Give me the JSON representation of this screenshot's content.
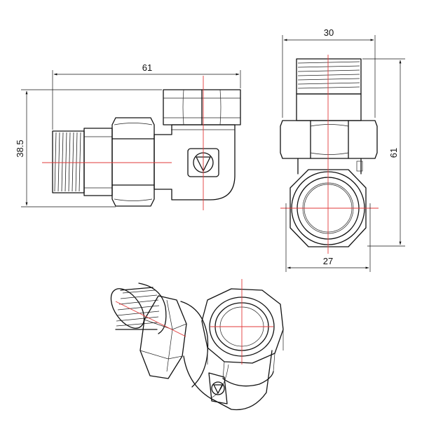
{
  "drawing": {
    "title": "",
    "colors": {
      "line": "#111111",
      "centerline": "#e23a3a",
      "background": "#ffffff"
    },
    "side_view": {
      "width_label": "61",
      "height_label": "38.5"
    },
    "front_view": {
      "top_width_label": "30",
      "bottom_width_label": "27",
      "height_label": "61"
    },
    "isometric_view": {}
  }
}
